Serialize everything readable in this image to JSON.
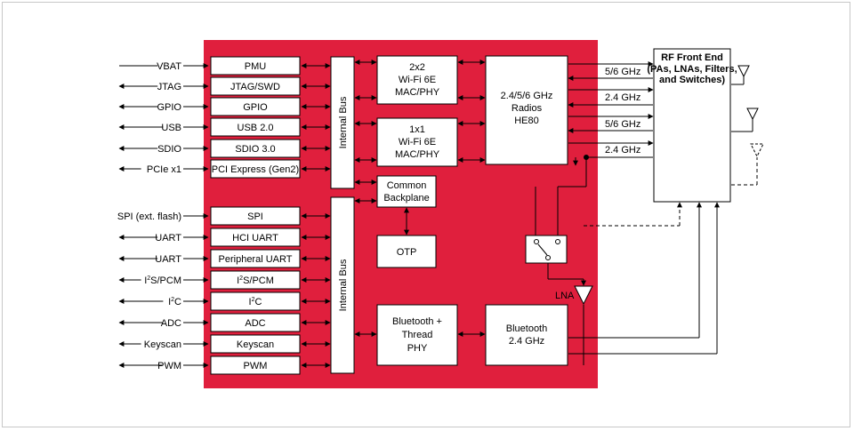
{
  "diagram": {
    "colors": {
      "chip": "#e01f3d",
      "block": "#ffffff",
      "line": "#000000",
      "frame": "#c8c8c8"
    },
    "left_interfaces": [
      {
        "label": "VBAT",
        "block": "PMU"
      },
      {
        "label": "JTAG",
        "block": "JTAG/SWD"
      },
      {
        "label": "GPIO",
        "block": "GPIO"
      },
      {
        "label": "USB",
        "block": "USB 2.0"
      },
      {
        "label": "SDIO",
        "block": "SDIO 3.0"
      },
      {
        "label": "PCIe x1",
        "block": "PCI Express (Gen2)"
      },
      {
        "label": "SPI (ext. flash)",
        "block": "SPI"
      },
      {
        "label": "UART",
        "block": "HCI UART"
      },
      {
        "label": "UART",
        "block": "Peripheral UART"
      },
      {
        "label_base": "I",
        "label_sup": "2",
        "label_tail": "S/PCM",
        "block_base": "I",
        "block_sup": "2",
        "block_tail": "S/PCM"
      },
      {
        "label_base": "I",
        "label_sup": "2",
        "label_tail": "C",
        "block_base": "I",
        "block_sup": "2",
        "block_tail": "C"
      },
      {
        "label": "ADC",
        "block": "ADC"
      },
      {
        "label": "Keyscan",
        "block": "Keyscan"
      },
      {
        "label": "PWM",
        "block": "PWM"
      }
    ],
    "internal_bus_label": "Internal Bus",
    "wifi_2x2": [
      "2x2",
      "Wi-Fi 6E",
      "MAC/PHY"
    ],
    "wifi_1x1": [
      "1x1",
      "Wi-Fi 6E",
      "MAC/PHY"
    ],
    "common_backplane": [
      "Common",
      "Backplane"
    ],
    "otp": "OTP",
    "bt_thread": [
      "Bluetooth +",
      "Thread",
      "PHY"
    ],
    "radios": [
      "2.4/5/6 GHz",
      "Radios",
      "HE80"
    ],
    "bluetooth": [
      "Bluetooth",
      "2.4 GHz"
    ],
    "lna": "LNA",
    "band_labels": [
      "5/6 GHz",
      "2.4 GHz",
      "5/6 GHz",
      "2.4 GHz"
    ],
    "rf_front_end": {
      "title": "RF Front End",
      "sub": [
        "(PAs, LNAs, Filters,",
        "and Switches)"
      ]
    }
  }
}
